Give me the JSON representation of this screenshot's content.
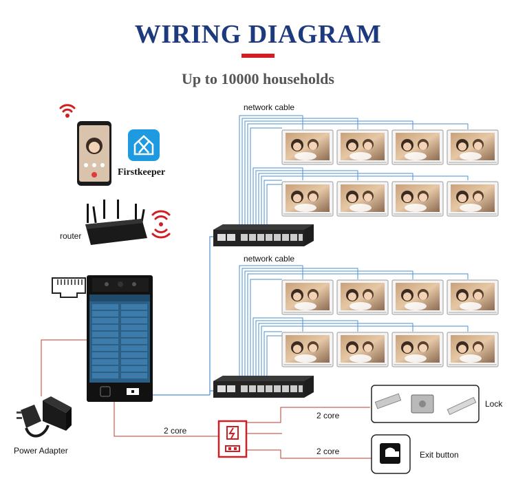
{
  "header": {
    "title": "WIRING DIAGRAM",
    "subtitle": "Up to 10000 households"
  },
  "labels": {
    "app_name": "Firstkeeper",
    "router": "router",
    "network_cable_top": "network cable",
    "network_cable_bottom": "network cable",
    "power_adapter": "Power Adapter",
    "core_2_left": "2 core",
    "core_2_lock": "2 core",
    "core_2_exit": "2 core",
    "lock": "Lock",
    "exit_button": "Exit button"
  },
  "colors": {
    "title": "#1d3a7e",
    "accent_red": "#d01e23",
    "network_cable": "#4a8fd0",
    "power_wire": "#c0392b"
  },
  "icons": [
    "wifi-icon",
    "phone-icon",
    "app-logo-icon",
    "router-icon",
    "rj45-icon",
    "intercom-panel-icon",
    "power-adapter-icon",
    "switch-icon",
    "monitor-icon",
    "power-supply-icon",
    "lock-icon",
    "exit-button-icon"
  ]
}
